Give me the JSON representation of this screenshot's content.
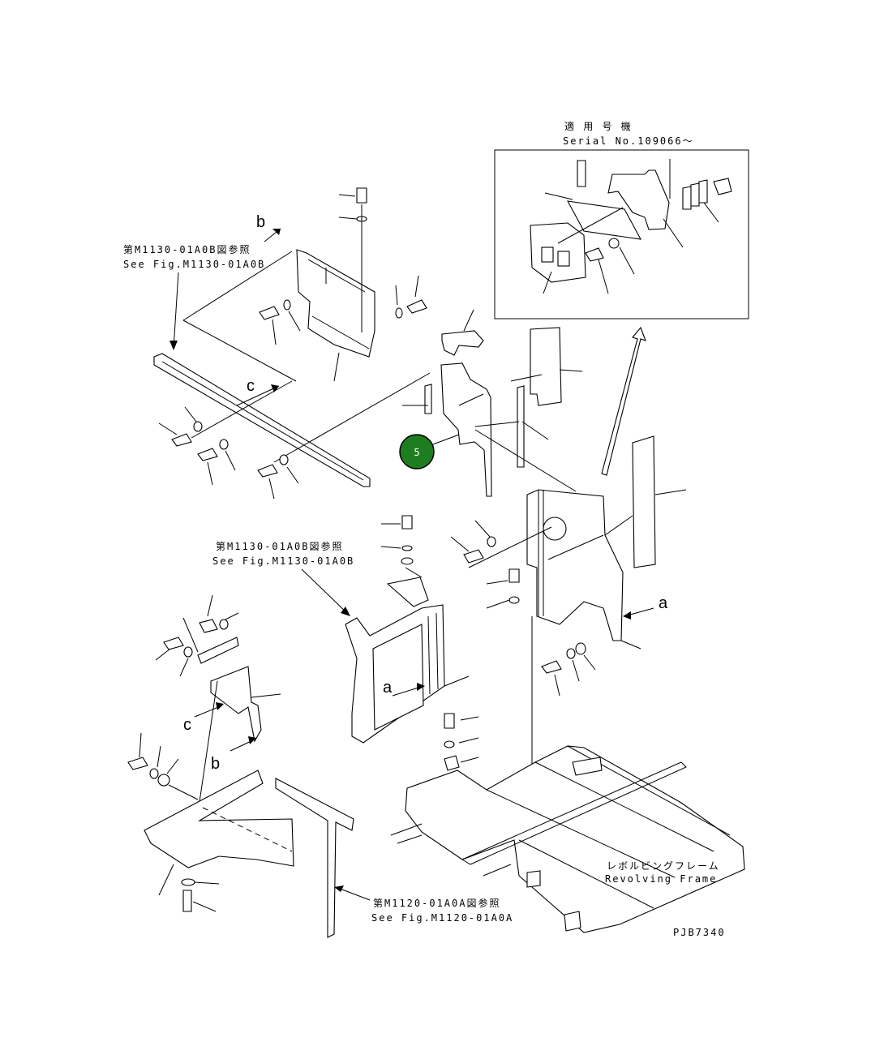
{
  "inset": {
    "title_jp": "適 用 号 機",
    "title_en": "Serial No.109066～"
  },
  "references": {
    "top_left_jp": "第M1130-01A0B図参照",
    "top_left_en": "See Fig.M1130-01A0B",
    "mid_jp": "第M1130-01A0B図参照",
    "mid_en": "See Fig.M1130-01A0B",
    "bottom_jp": "第M1120-01A0A図参照",
    "bottom_en": "See Fig.M1120-01A0A"
  },
  "frame_label": {
    "jp": "レボルビングフレーム",
    "en": "Revolving Frame"
  },
  "view_marks": {
    "a1": "a",
    "a2": "a",
    "b1": "b",
    "b2": "b",
    "c1": "c",
    "c2": "c"
  },
  "callout": {
    "number": "5",
    "color": "#1e7d1e"
  },
  "drawing_id": "PJB7340"
}
